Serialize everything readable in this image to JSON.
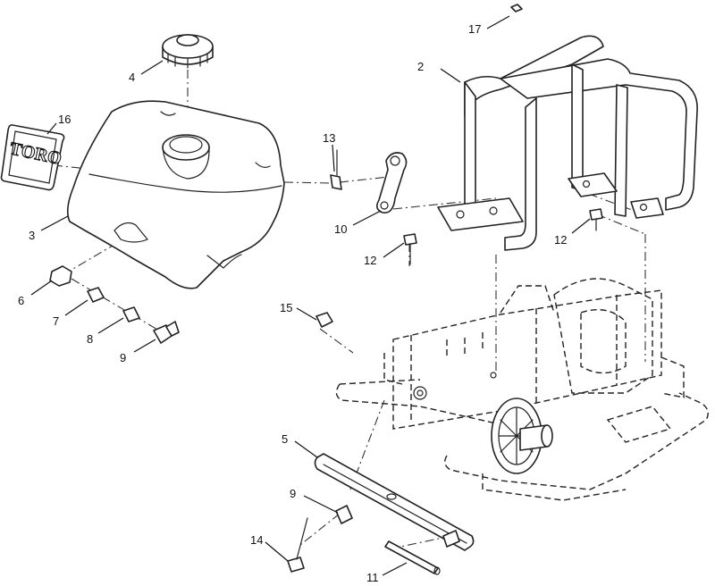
{
  "callouts": {
    "c2": "2",
    "c3": "3",
    "c4": "4",
    "c5": "5",
    "c6": "6",
    "c7": "7",
    "c8": "8",
    "c9a": "9",
    "c9b": "9",
    "c10": "10",
    "c11": "11",
    "c12a": "12",
    "c12b": "12",
    "c13": "13",
    "c14": "14",
    "c15": "15",
    "c16": "16",
    "c17": "17"
  },
  "decal": {
    "brand": "TORO"
  }
}
